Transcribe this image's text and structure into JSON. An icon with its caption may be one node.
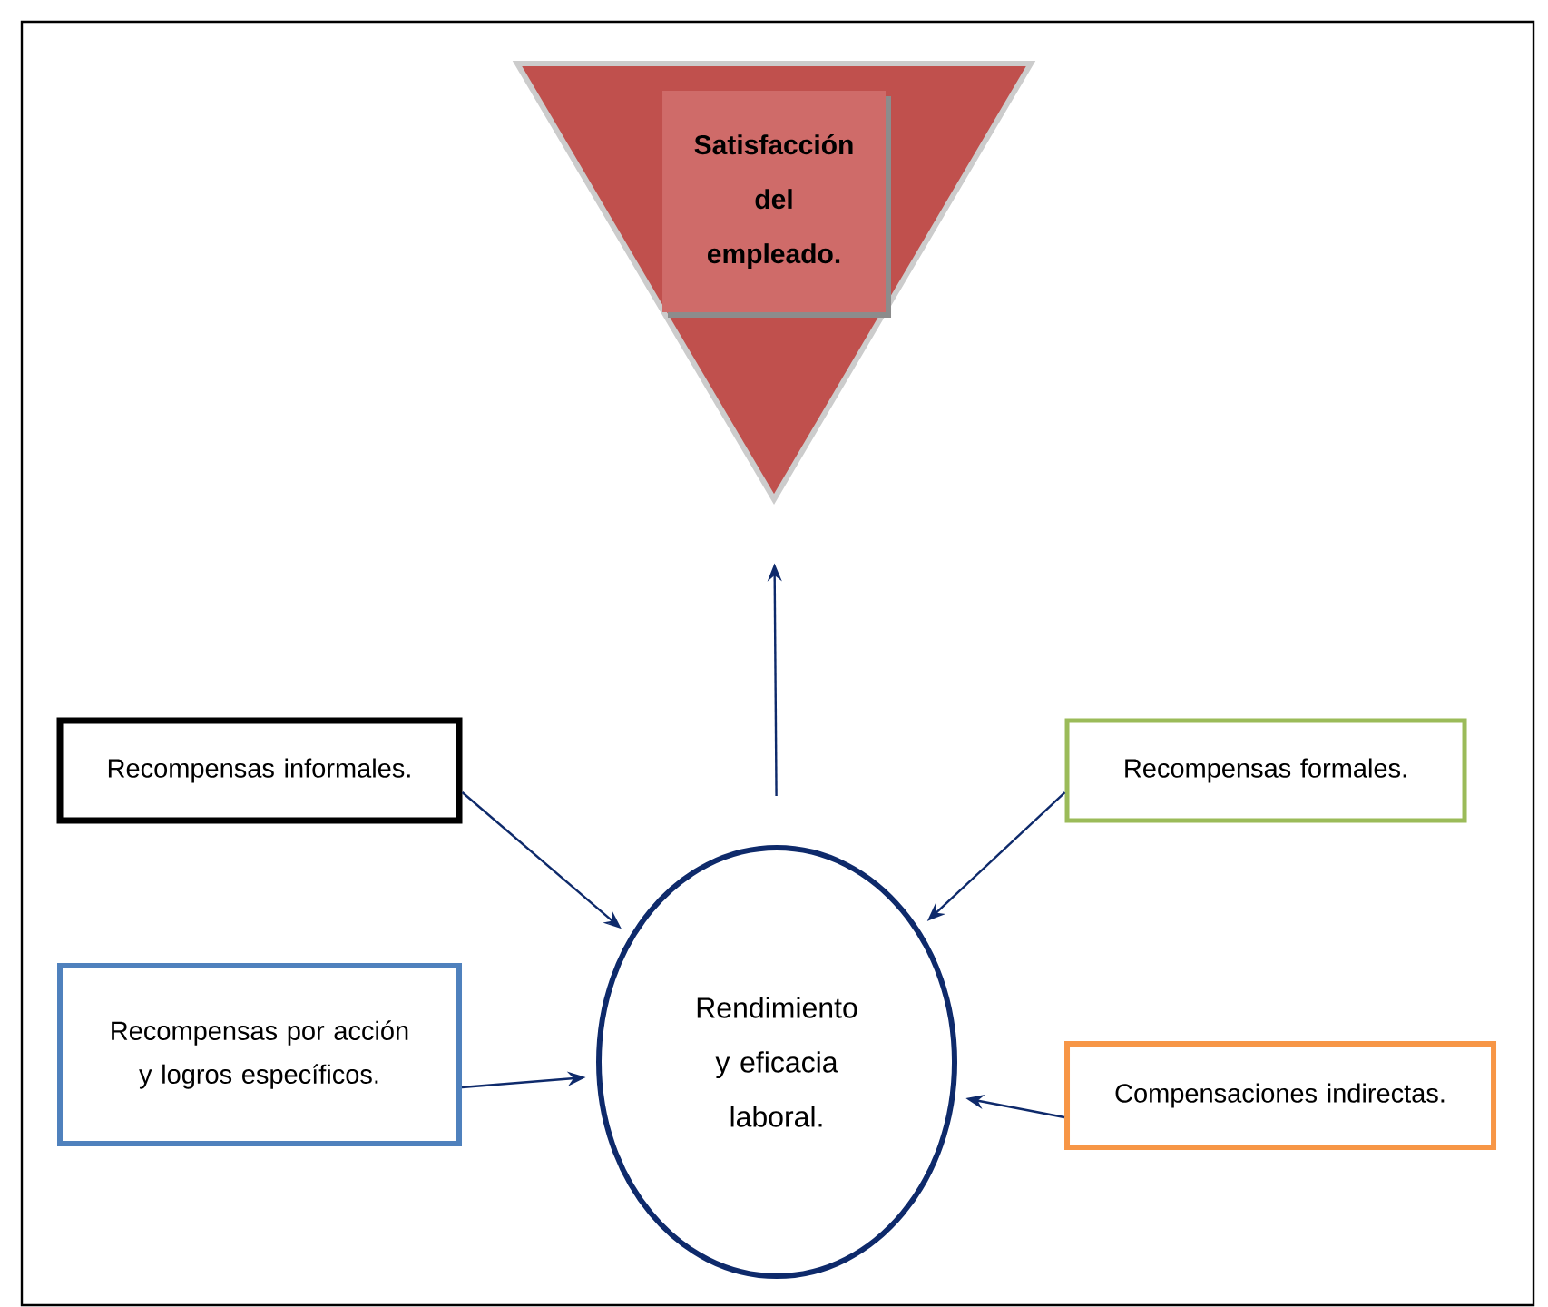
{
  "diagram": {
    "nodes": [
      {
        "text": [],
        "shape": "triangle"
      },
      {
        "text": [
          "Satisfacción del empleado."
        ],
        "in": 0
      },
      {
        "text": [
          "Recompensas informales."
        ]
      },
      {
        "text": [
          "Recompensas formales."
        ]
      },
      {
        "text": [
          "Rendimiento y eficacia laboral."
        ]
      },
      {
        "text": [
          "Recompensas por acción y logros específicos."
        ]
      },
      {
        "text": [
          "Compensaciones indirectas."
        ]
      }
    ],
    "edges": [
      {
        "from": 4,
        "to": 0,
        "arrow": "to"
      },
      {
        "from": 2,
        "to": 4,
        "arrow": "to"
      },
      {
        "from": 3,
        "to": 4,
        "arrow": "to"
      },
      {
        "from": 5,
        "to": 4,
        "arrow": "to"
      },
      {
        "from": 6,
        "to": 4,
        "arrow": "to"
      }
    ]
  }
}
